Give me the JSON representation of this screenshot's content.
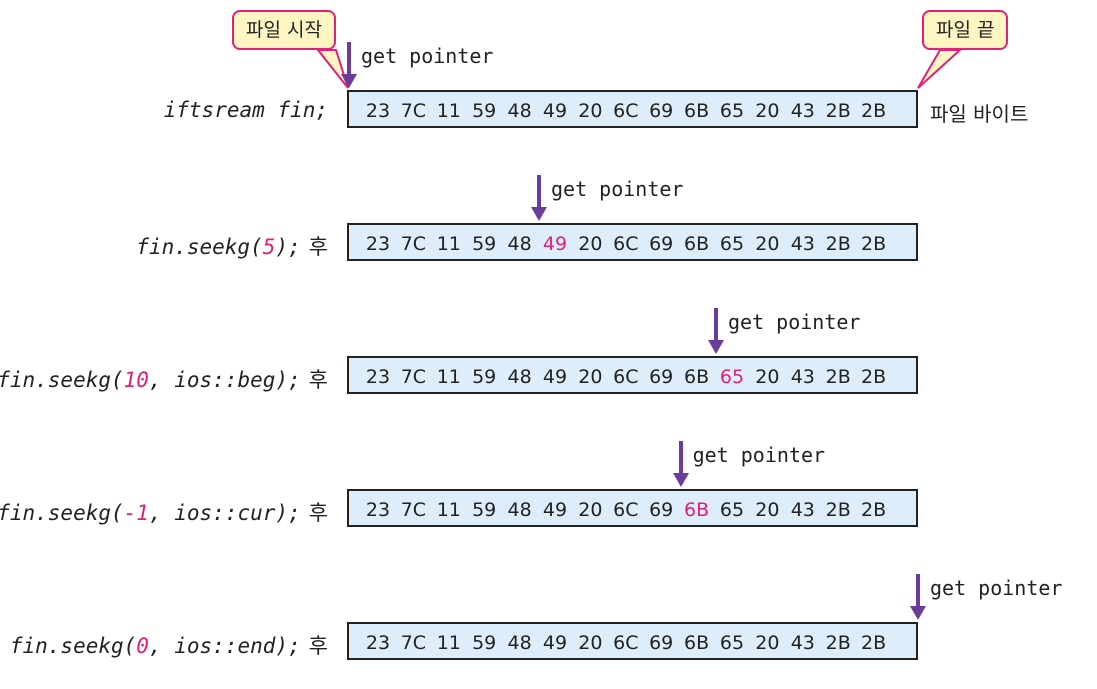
{
  "labels": {
    "file_start": "파일 시작",
    "file_end": "파일 끝",
    "file_bytes": "파일 바이트",
    "pointer": "get pointer",
    "after": "후"
  },
  "bytes": [
    "23",
    "7C",
    "11",
    "59",
    "48",
    "49",
    "20",
    "6C",
    "69",
    "6B",
    "65",
    "20",
    "43",
    "2B",
    "2B"
  ],
  "rows": [
    {
      "code_pre": "iftsream fin;",
      "num": "",
      "code_post": "",
      "show_after": false,
      "pointer_index": 0,
      "highlight_index": -1
    },
    {
      "code_pre": "fin.seekg(",
      "num": "5",
      "code_post": ");",
      "show_after": true,
      "pointer_index": 5,
      "highlight_index": 5
    },
    {
      "code_pre": "fin.seekg(",
      "num": "10",
      "code_post": ", ios::beg);",
      "show_after": true,
      "pointer_index": 10,
      "highlight_index": 10
    },
    {
      "code_pre": "fin.seekg(",
      "num": "-1",
      "code_post": ", ios::cur);",
      "show_after": true,
      "pointer_index": 9,
      "highlight_index": 9
    },
    {
      "code_pre": "fin.seekg(",
      "num": "0",
      "code_post": ", ios::end);",
      "show_after": true,
      "pointer_index": 15,
      "highlight_index": -1
    }
  ],
  "colors": {
    "box_fill": "#ddeefa",
    "highlight": "#e0207a",
    "pointer": "#6a3d9a",
    "callout_fill": "#fdf6c3"
  }
}
